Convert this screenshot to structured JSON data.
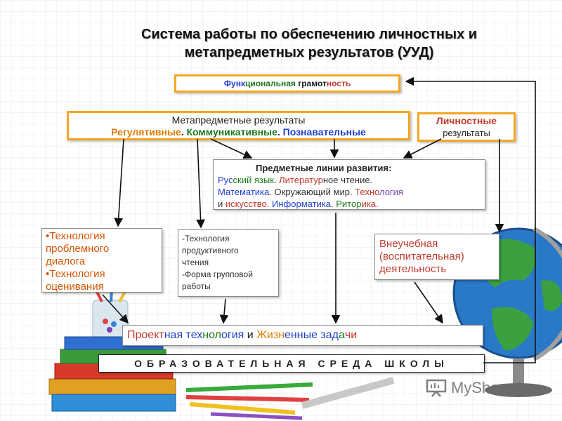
{
  "title": {
    "line1": "Система работы по обеспечению личностных и",
    "line2": "метапредметных результатов (УУД)"
  },
  "boxes": {
    "functional": {
      "segments": [
        {
          "text": "Функ",
          "color": "#1f3fd1"
        },
        {
          "text": "циональная ",
          "color": "#1b7a1b"
        },
        {
          "text": "грамот",
          "color": "#1a1a1a"
        },
        {
          "text": "ность",
          "color": "#c0392b"
        }
      ]
    },
    "metasubject": {
      "line1": "Метапредметные результаты",
      "line2": [
        {
          "text": "Регулятивные",
          "color": "#e07b00"
        },
        {
          "text": ". ",
          "color": "#222222"
        },
        {
          "text": "Коммуникативные",
          "color": "#1b7a1b"
        },
        {
          "text": ". ",
          "color": "#222222"
        },
        {
          "text": "Познавательные",
          "color": "#1f3fd1"
        }
      ]
    },
    "personal": {
      "line1": "Личностные",
      "line2": "результаты"
    },
    "subject_lines": {
      "heading": "Предметные линии развития:",
      "lines": [
        [
          {
            "text": "Рус",
            "color": "#1f3fd1"
          },
          {
            "text": "ский язык",
            "color": "#1b7a1b"
          },
          {
            "text": ". ",
            "color": "#222222"
          },
          {
            "text": "Литератур",
            "color": "#c0392b"
          },
          {
            "text": "ное чтение.",
            "color": "#333333"
          }
        ],
        [
          {
            "text": "Математика",
            "color": "#1f3fd1"
          },
          {
            "text": ". Окружающий мир. ",
            "color": "#333333"
          },
          {
            "text": "Техно",
            "color": "#c0392b"
          },
          {
            "text": "логия",
            "color": "#7a3fb0"
          }
        ],
        [
          {
            "text": "и ",
            "color": "#333333"
          },
          {
            "text": "искусство",
            "color": "#c0392b"
          },
          {
            "text": ". ",
            "color": "#333333"
          },
          {
            "text": "Информатика",
            "color": "#1f3fd1"
          },
          {
            "text": ". ",
            "color": "#333333"
          },
          {
            "text": "Ритор",
            "color": "#1b7a1b"
          },
          {
            "text": "ика.",
            "color": "#c0392b"
          }
        ]
      ]
    },
    "tech1": {
      "lines": [
        "•Технология",
        "проблемного",
        "диалога",
        "•Технология",
        "оценивания"
      ]
    },
    "tech2": {
      "lines": [
        "-Технология",
        "продуктивного",
        "чтения",
        "-Форма групповой",
        "работы"
      ]
    },
    "extracurricular": {
      "lines": [
        "Внеучебная",
        "(воспитательная)",
        "деятельность"
      ]
    },
    "project": {
      "segments": [
        {
          "text": "Проект",
          "color": "#c0392b"
        },
        {
          "text": "ная тех",
          "color": "#1f3fd1"
        },
        {
          "text": "нол",
          "color": "#1b7a1b"
        },
        {
          "text": "огия ",
          "color": "#1f3fd1"
        },
        {
          "text": "и ",
          "color": "#222222"
        },
        {
          "text": "Жизн",
          "color": "#e07b00"
        },
        {
          "text": "енные зад",
          "color": "#1f3fd1"
        },
        {
          "text": "а",
          "color": "#1b7a1b"
        },
        {
          "text": "чи",
          "color": "#c0392b"
        }
      ]
    },
    "environment": {
      "text": "ОБРАЗОВАТЕЛЬНАЯ  СРЕДА  ШКОЛЫ"
    }
  },
  "watermark": {
    "text": "MyShared",
    "icon": "presentation-board-icon"
  },
  "colors": {
    "orange_border": "#f5a623",
    "arrow": "#111111"
  }
}
